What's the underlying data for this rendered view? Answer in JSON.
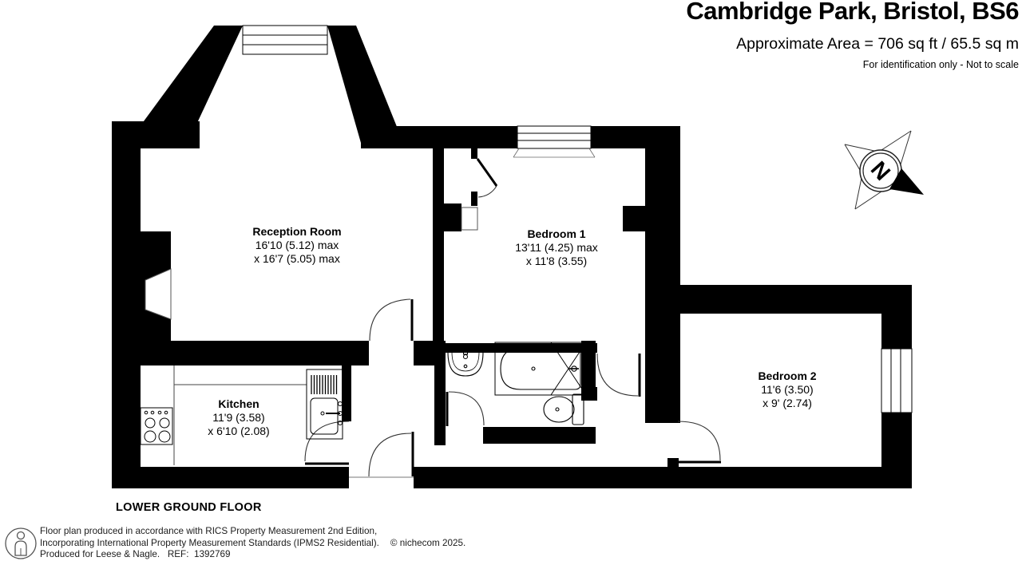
{
  "header": {
    "title": "Cambridge Park, Bristol, BS6",
    "area": "Approximate Area = 706 sq ft / 65.5 sq m",
    "disclaimer": "For identification only - Not to scale"
  },
  "plan": {
    "floor_label": "LOWER GROUND FLOOR",
    "compass_letter": "N",
    "rooms": [
      {
        "name": "Reception Room",
        "dim1": "16'10 (5.12) max",
        "dim2": "x 16'7 (5.05) max"
      },
      {
        "name": "Bedroom 1",
        "dim1": "13'11 (4.25) max",
        "dim2": "x 11'8 (3.55)"
      },
      {
        "name": "Bedroom 2",
        "dim1": "11'6 (3.50)",
        "dim2": "x 9' (2.74)"
      },
      {
        "name": "Kitchen",
        "dim1": "11'9 (3.58)",
        "dim2": "x 6'10 (2.08)"
      }
    ],
    "colors": {
      "wall": "#000000",
      "background": "#ffffff"
    }
  },
  "footer": {
    "line1": "Floor plan produced in accordance with RICS Property Measurement 2nd Edition,",
    "line2": "Incorporating International Property Measurement Standards (IPMS2 Residential).",
    "copyright": "© nichecom 2025.",
    "line3": "Produced for Leese & Nagle.   REF:  1392769"
  }
}
